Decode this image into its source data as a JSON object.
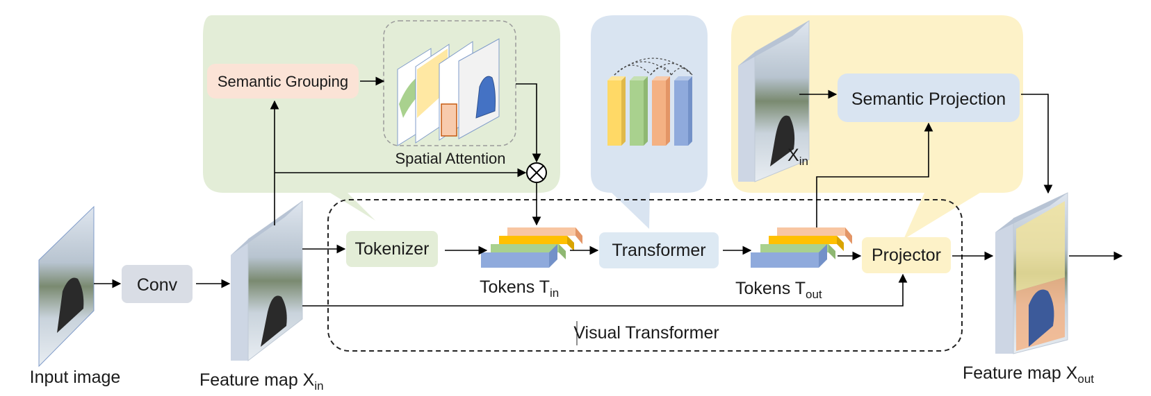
{
  "labels": {
    "input_image": "Input image",
    "conv": "Conv",
    "feature_map_in_main": "Feature map X",
    "feature_map_in_sub": "in",
    "tokenizer": "Tokenizer",
    "tokens_in_main": "Tokens T",
    "tokens_in_sub": "in",
    "transformer": "Transformer",
    "tokens_out_main": "Tokens T",
    "tokens_out_sub": "out",
    "projector": "Projector",
    "feature_map_out_main": "Feature map X",
    "feature_map_out_sub": "out",
    "visual_transformer": "Visual Transformer",
    "semantic_grouping": "Semantic Grouping",
    "spatial_attention": "Spatial Attention",
    "semantic_projection": "Semantic Projection",
    "x_in_main": "X",
    "x_in_sub": "in"
  },
  "colors": {
    "green_panel": "#e3edd7",
    "blue_panel": "#d9e4f1",
    "yellow_panel": "#fdf2c8",
    "conv_box": "#d9dde5",
    "tokenizer_box": "#e3edd7",
    "transformer_box": "#dde9f3",
    "projector_box": "#fdf2c8",
    "grouping_box": "#fbe3d6",
    "projection_box": "#d9e4f1",
    "token_orange": "#f4b183",
    "token_yellow": "#ffc000",
    "token_green": "#a9d18e",
    "token_blue": "#8faadc"
  },
  "icons": {
    "multiply": "circled-times-icon"
  }
}
